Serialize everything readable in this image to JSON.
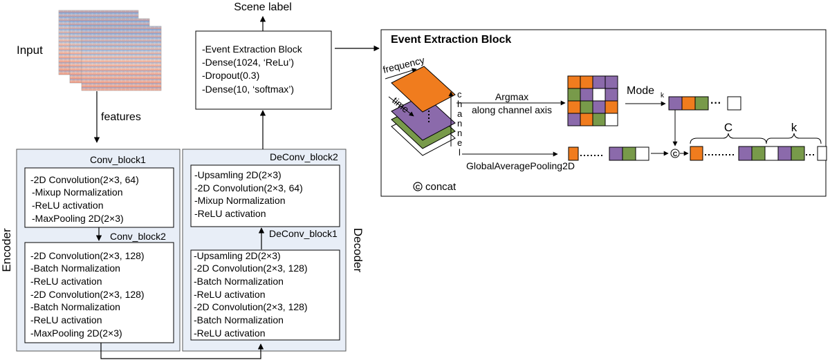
{
  "input": {
    "label": "Input",
    "features_label": "features"
  },
  "scene_label": "Scene label",
  "classifier": {
    "lines": [
      "-Event Extraction Block",
      "-Dense(1024, ‘ReLu’)",
      "-Dropout(0.3)",
      "-Dense(10, ‘softmax’)"
    ]
  },
  "encoder": {
    "label": "Encoder",
    "block1": {
      "title": "Conv_block1",
      "lines": [
        "-2D Convolution(2×3, 64)",
        "-Mixup Normalization",
        "-ReLU activation",
        "-MaxPooling 2D(2×3)"
      ]
    },
    "block2": {
      "title": "Conv_block2",
      "lines": [
        "-2D Convolution(2×3, 128)",
        "-Batch Normalization",
        "-ReLU activation",
        "-2D Convolution(2×3, 128)",
        "-Batch Normalization",
        "-ReLU activation",
        "-MaxPooling 2D(2×3)"
      ]
    }
  },
  "decoder": {
    "label": "Decoder",
    "block2": {
      "title": "DeConv_block2",
      "lines": [
        "-Upsamling 2D(2×3)",
        "-2D Convolution(2×3, 64)",
        "-Mixup Normalization",
        "-ReLU activation"
      ]
    },
    "block1": {
      "title": "DeConv_block1",
      "lines": [
        "-Upsamling 2D(2×3)",
        "-2D Convolution(2×3, 128)",
        "-Batch Normalization",
        "-ReLU activation",
        "-2D Convolution(2×3, 128)",
        "-Batch Normalization",
        "-ReLU activation"
      ]
    }
  },
  "eeb": {
    "title": "Event Extraction Block",
    "frequency": "frequency",
    "time": "time",
    "channel": [
      "c",
      "h",
      "a",
      "n",
      "n",
      "e",
      "l"
    ],
    "argmax_line1": "Argmax",
    "argmax_line2": "along channel axis",
    "mode": "Mode",
    "mode_sub": "k",
    "gap": "GlobalAveragePooling2D",
    "concat_symbol": "C",
    "concat_label": "concat",
    "brace_c": "C",
    "brace_k": "k",
    "ellipsis": "···"
  },
  "colors": {
    "orange": "#f07c1e",
    "purple": "#8b6aab",
    "green": "#789a4a",
    "panel": "#e8eef7",
    "spec_top": "#7f9ec8",
    "spec_bottom": "#e89a86"
  }
}
